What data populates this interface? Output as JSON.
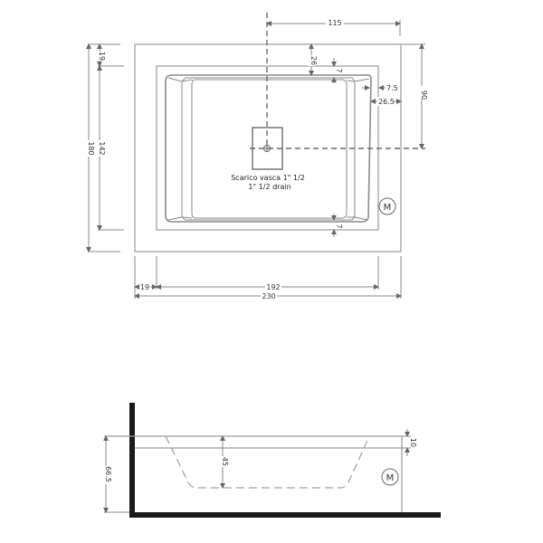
{
  "drawing": {
    "type": "bathtub technical drawing",
    "views": [
      "plan",
      "elevation"
    ]
  },
  "plan_view": {
    "dimensions": {
      "overall_width": "230",
      "inner_width": "192",
      "left_offset": "19",
      "overall_height": "180",
      "inner_height": "142",
      "top_offset": "19",
      "drain_x_from_right": "115",
      "drain_y_from_top": "90",
      "rim_top": "26",
      "ledge_top": "7",
      "ledge_bottom": "7",
      "right_ledge_outer": "7.5",
      "right_ledge_inner": "26.5"
    },
    "drain_label_line1": "Scarico vasca 1\" 1/2",
    "drain_label_line2": "1\" 1/2  drain",
    "motor_symbol": "M"
  },
  "elevation_view": {
    "dimensions": {
      "overall_height": "66.5",
      "basin_depth": "45",
      "rim_thickness": "10"
    },
    "motor_symbol": "M"
  },
  "colors": {
    "line": "#8a8a8a",
    "dashed": "#6a6a6a",
    "wall": "#1a1a1a",
    "text": "#333333"
  }
}
